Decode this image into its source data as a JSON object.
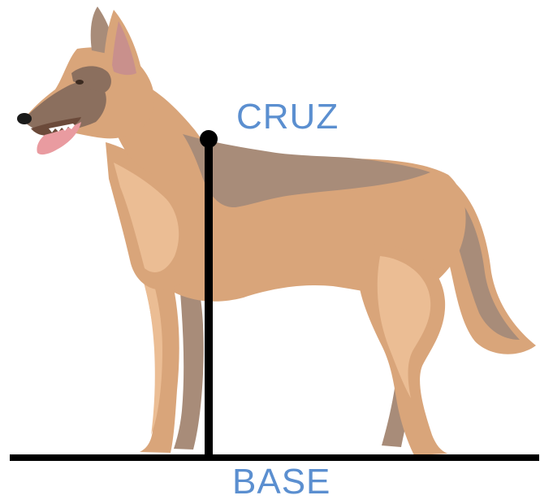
{
  "labels": {
    "top_point": "CRUZ",
    "ground_line": "BASE"
  },
  "colors": {
    "label": "#5b8fd0",
    "line": "#000000",
    "coat": "#d9a57a",
    "coat_light": "#ebbd94",
    "saddle": "#a88c79",
    "muzzle": "#8b6f5e",
    "ear_inner": "#c9908c",
    "tongue": "#e99ba0",
    "nose": "#1a1a1a"
  },
  "subject": "dog-side-profile"
}
